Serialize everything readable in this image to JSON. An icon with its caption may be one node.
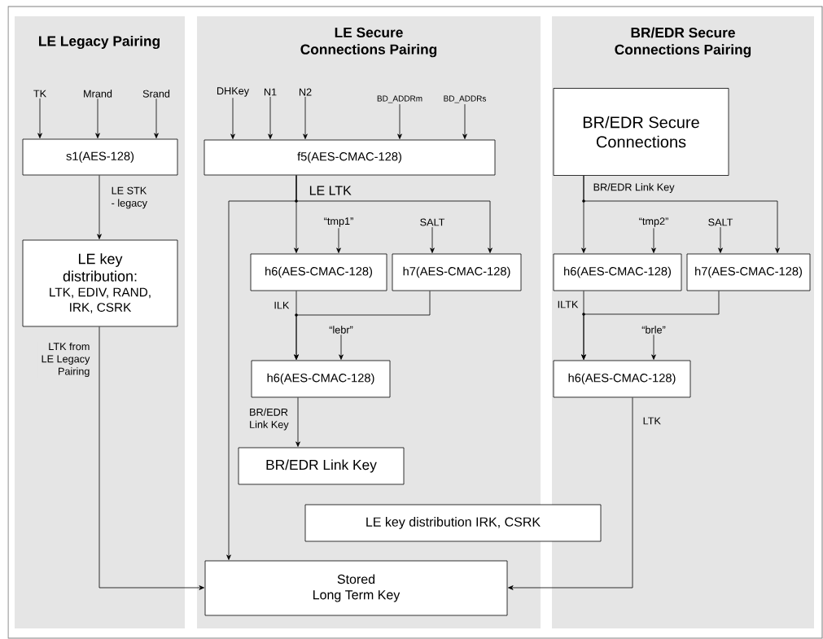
{
  "diagram": {
    "nodes": [
      {
        "text": [
          "LE Legacy Pairing"
        ]
      },
      {
        "text": [
          "LE Secure Connections Pairing"
        ]
      },
      {
        "text": [
          "BR/EDR Secure Connections Pairing"
        ]
      },
      {
        "text": [
          "TK"
        ],
        "in": 0
      },
      {
        "text": [
          "Mrand"
        ],
        "in": 0
      },
      {
        "text": [
          "Srand"
        ],
        "in": 0
      },
      {
        "text": [
          "s1(AES-128)"
        ],
        "in": 0
      },
      {
        "text": [
          "LE key distribution:",
          "LTK, EDIV, RAND, IRK, CSRK"
        ],
        "in": 0
      },
      {
        "text": [
          "DHKey"
        ],
        "in": 1
      },
      {
        "text": [
          "N1"
        ],
        "in": 1
      },
      {
        "text": [
          "N2"
        ],
        "in": 1
      },
      {
        "text": [
          "BD_ADDRm"
        ],
        "in": 1
      },
      {
        "text": [
          "BD_ADDRs"
        ],
        "in": 1
      },
      {
        "text": [
          "f5(AES-CMAC-128)"
        ],
        "in": 1
      },
      {
        "text": [
          "“tmp1”"
        ],
        "in": 1
      },
      {
        "text": [
          "SALT"
        ],
        "in": 1
      },
      {
        "text": [
          "h6(AES-CMAC-128)"
        ],
        "in": 1
      },
      {
        "text": [
          "h7(AES-CMAC-128)"
        ],
        "in": 1
      },
      {
        "text": [
          "“lebr”"
        ],
        "in": 1
      },
      {
        "text": [
          "h6(AES-CMAC-128)"
        ],
        "in": 1
      },
      {
        "text": [
          "BR/EDR Link Key"
        ],
        "in": 1
      },
      {
        "text": [
          "LE key distribution IRK, CSRK"
        ]
      },
      {
        "text": [
          "Stored Long Term Key"
        ],
        "in": 1
      },
      {
        "text": [
          "BR/EDR Secure Connections"
        ],
        "in": 2
      },
      {
        "text": [
          "“tmp2”"
        ],
        "in": 2
      },
      {
        "text": [
          "SALT"
        ],
        "in": 2
      },
      {
        "text": [
          "h6(AES-CMAC-128)"
        ],
        "in": 2
      },
      {
        "text": [
          "h7(AES-CMAC-128)"
        ],
        "in": 2
      },
      {
        "text": [
          "“brle”"
        ],
        "in": 2
      },
      {
        "text": [
          "h6(AES-CMAC-128)"
        ],
        "in": 2
      }
    ],
    "edges": [
      {
        "from": 3,
        "to": 6,
        "arrow": "to"
      },
      {
        "from": 4,
        "to": 6,
        "arrow": "to"
      },
      {
        "from": 5,
        "to": 6,
        "arrow": "to"
      },
      {
        "from": 6,
        "to": 7,
        "arrow": "to",
        "label": "LE STK - legacy"
      },
      {
        "from": 7,
        "to": 22,
        "arrow": "to",
        "label": "LTK from LE Legacy Pairing"
      },
      {
        "from": 8,
        "to": 13,
        "arrow": "to"
      },
      {
        "from": 9,
        "to": 13,
        "arrow": "to"
      },
      {
        "from": 10,
        "to": 13,
        "arrow": "to"
      },
      {
        "from": 11,
        "to": 13,
        "arrow": "to"
      },
      {
        "from": 12,
        "to": 13,
        "arrow": "to"
      },
      {
        "from": 13,
        "to": 16,
        "arrow": "to",
        "label": "LE LTK"
      },
      {
        "from": 13,
        "to": 17,
        "arrow": "to"
      },
      {
        "from": 13,
        "to": 22,
        "arrow": "to"
      },
      {
        "from": 14,
        "to": 16,
        "arrow": "to"
      },
      {
        "from": 15,
        "to": 17,
        "arrow": "to"
      },
      {
        "from": 16,
        "to": 19,
        "arrow": "to",
        "label": "ILK"
      },
      {
        "from": 17,
        "to": 19,
        "arrow": "to"
      },
      {
        "from": 18,
        "to": 19,
        "arrow": "to"
      },
      {
        "from": 19,
        "to": 20,
        "arrow": "to",
        "label": "BR/EDR Link Key"
      },
      {
        "from": 23,
        "to": 26,
        "arrow": "to",
        "label": "BR/EDR Link Key"
      },
      {
        "from": 23,
        "to": 27,
        "arrow": "to"
      },
      {
        "from": 24,
        "to": 26,
        "arrow": "to"
      },
      {
        "from": 25,
        "to": 27,
        "arrow": "to"
      },
      {
        "from": 26,
        "to": 29,
        "arrow": "to",
        "label": "ILTK"
      },
      {
        "from": 27,
        "to": 29,
        "arrow": "to"
      },
      {
        "from": 28,
        "to": 29,
        "arrow": "to"
      },
      {
        "from": 29,
        "to": 22,
        "arrow": "to",
        "label": "LTK"
      }
    ]
  }
}
